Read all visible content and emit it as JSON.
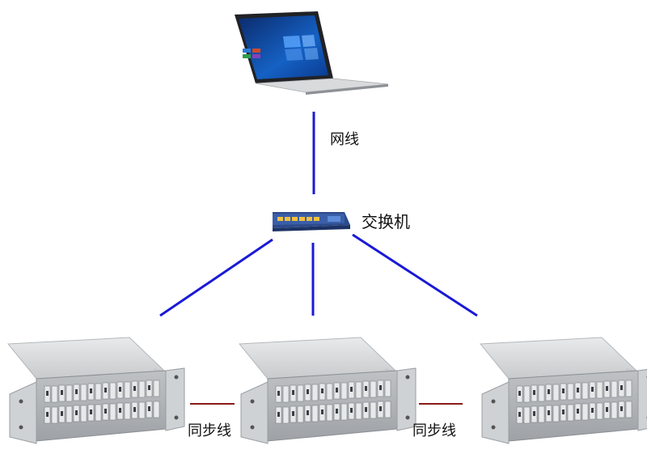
{
  "labels": {
    "network_cable": "网线",
    "switch": "交换机",
    "sync_cable_1": "同步线",
    "sync_cable_2": "同步线"
  },
  "colors": {
    "network_link": "#1a1ad6",
    "sync_link": "#8a1a1a",
    "laptop_body": "#c9cbcd",
    "switch_body": "#2d4a8a",
    "chassis_body": "#d6d8da"
  },
  "icons": {
    "laptop": "laptop-icon",
    "switch": "network-switch-icon",
    "chassis": "rack-chassis-icon"
  }
}
